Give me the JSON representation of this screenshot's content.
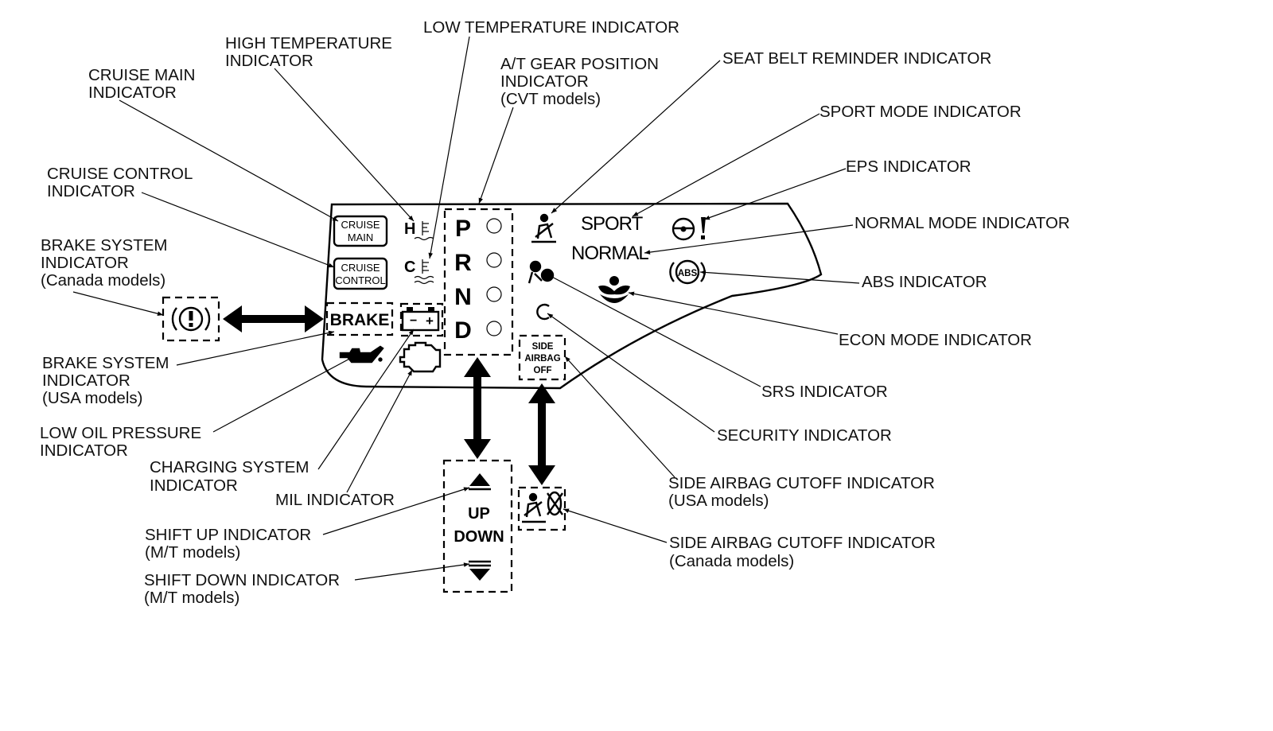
{
  "labels": {
    "low_temp": "LOW TEMPERATURE INDICATOR",
    "high_temp_1": "HIGH TEMPERATURE",
    "high_temp_2": "INDICATOR",
    "at_gear_1": "A/T GEAR POSITION",
    "at_gear_2": "INDICATOR",
    "at_gear_3": "(CVT models)",
    "seat_belt": "SEAT BELT REMINDER INDICATOR",
    "cruise_main_1": "CRUISE MAIN",
    "cruise_main_2": "INDICATOR",
    "sport_mode": "SPORT MODE INDICATOR",
    "eps": "EPS INDICATOR",
    "cruise_control_1": "CRUISE CONTROL",
    "cruise_control_2": "INDICATOR",
    "normal_mode": "NORMAL MODE INDICATOR",
    "brake_canada_1": "BRAKE SYSTEM",
    "brake_canada_2": "INDICATOR",
    "brake_canada_3": "(Canada models)",
    "abs": "ABS INDICATOR",
    "econ_mode": "ECON MODE INDICATOR",
    "brake_usa_1": "BRAKE SYSTEM",
    "brake_usa_2": "INDICATOR",
    "brake_usa_3": "(USA models)",
    "srs": "SRS INDICATOR",
    "low_oil_1": "LOW OIL PRESSURE",
    "low_oil_2": "INDICATOR",
    "security": "SECURITY INDICATOR",
    "charging_1": "CHARGING SYSTEM",
    "charging_2": "INDICATOR",
    "mil": "MIL INDICATOR",
    "side_airbag_usa_1": "SIDE AIRBAG CUTOFF INDICATOR",
    "side_airbag_usa_2": "(USA models)",
    "shift_up_1": "SHIFT UP INDICATOR",
    "shift_up_2": "(M/T models)",
    "side_airbag_canada_1": "SIDE AIRBAG CUTOFF INDICATOR",
    "side_airbag_canada_2": "(Canada models)",
    "shift_down_1": "SHIFT DOWN INDICATOR",
    "shift_down_2": "(M/T models)"
  },
  "panel": {
    "cruise_main_1": "CRUISE",
    "cruise_main_2": "MAIN",
    "cruise_control_1": "CRUISE",
    "cruise_control_2": "CONTROL",
    "brake": "BRAKE",
    "temp_h": "H",
    "temp_c": "C",
    "gear_p": "P",
    "gear_r": "R",
    "gear_n": "N",
    "gear_d": "D",
    "sport": "SPORT",
    "normal": "NORMAL",
    "abs": "ABS",
    "side_airbag_1": "SIDE",
    "side_airbag_2": "AIRBAG",
    "side_airbag_3": "OFF",
    "up": "UP",
    "down": "DOWN",
    "battery_minus": "−",
    "battery_plus": "+"
  },
  "icons": [
    "parking-brake-icon",
    "battery-icon",
    "engine-icon",
    "oil-can-icon",
    "thermometer-icon",
    "seat-belt-icon",
    "airbag-icon",
    "security-icon",
    "steering-wheel-icon",
    "abs-icon",
    "econ-leaf-icon",
    "shift-up-icon",
    "shift-down-icon"
  ]
}
